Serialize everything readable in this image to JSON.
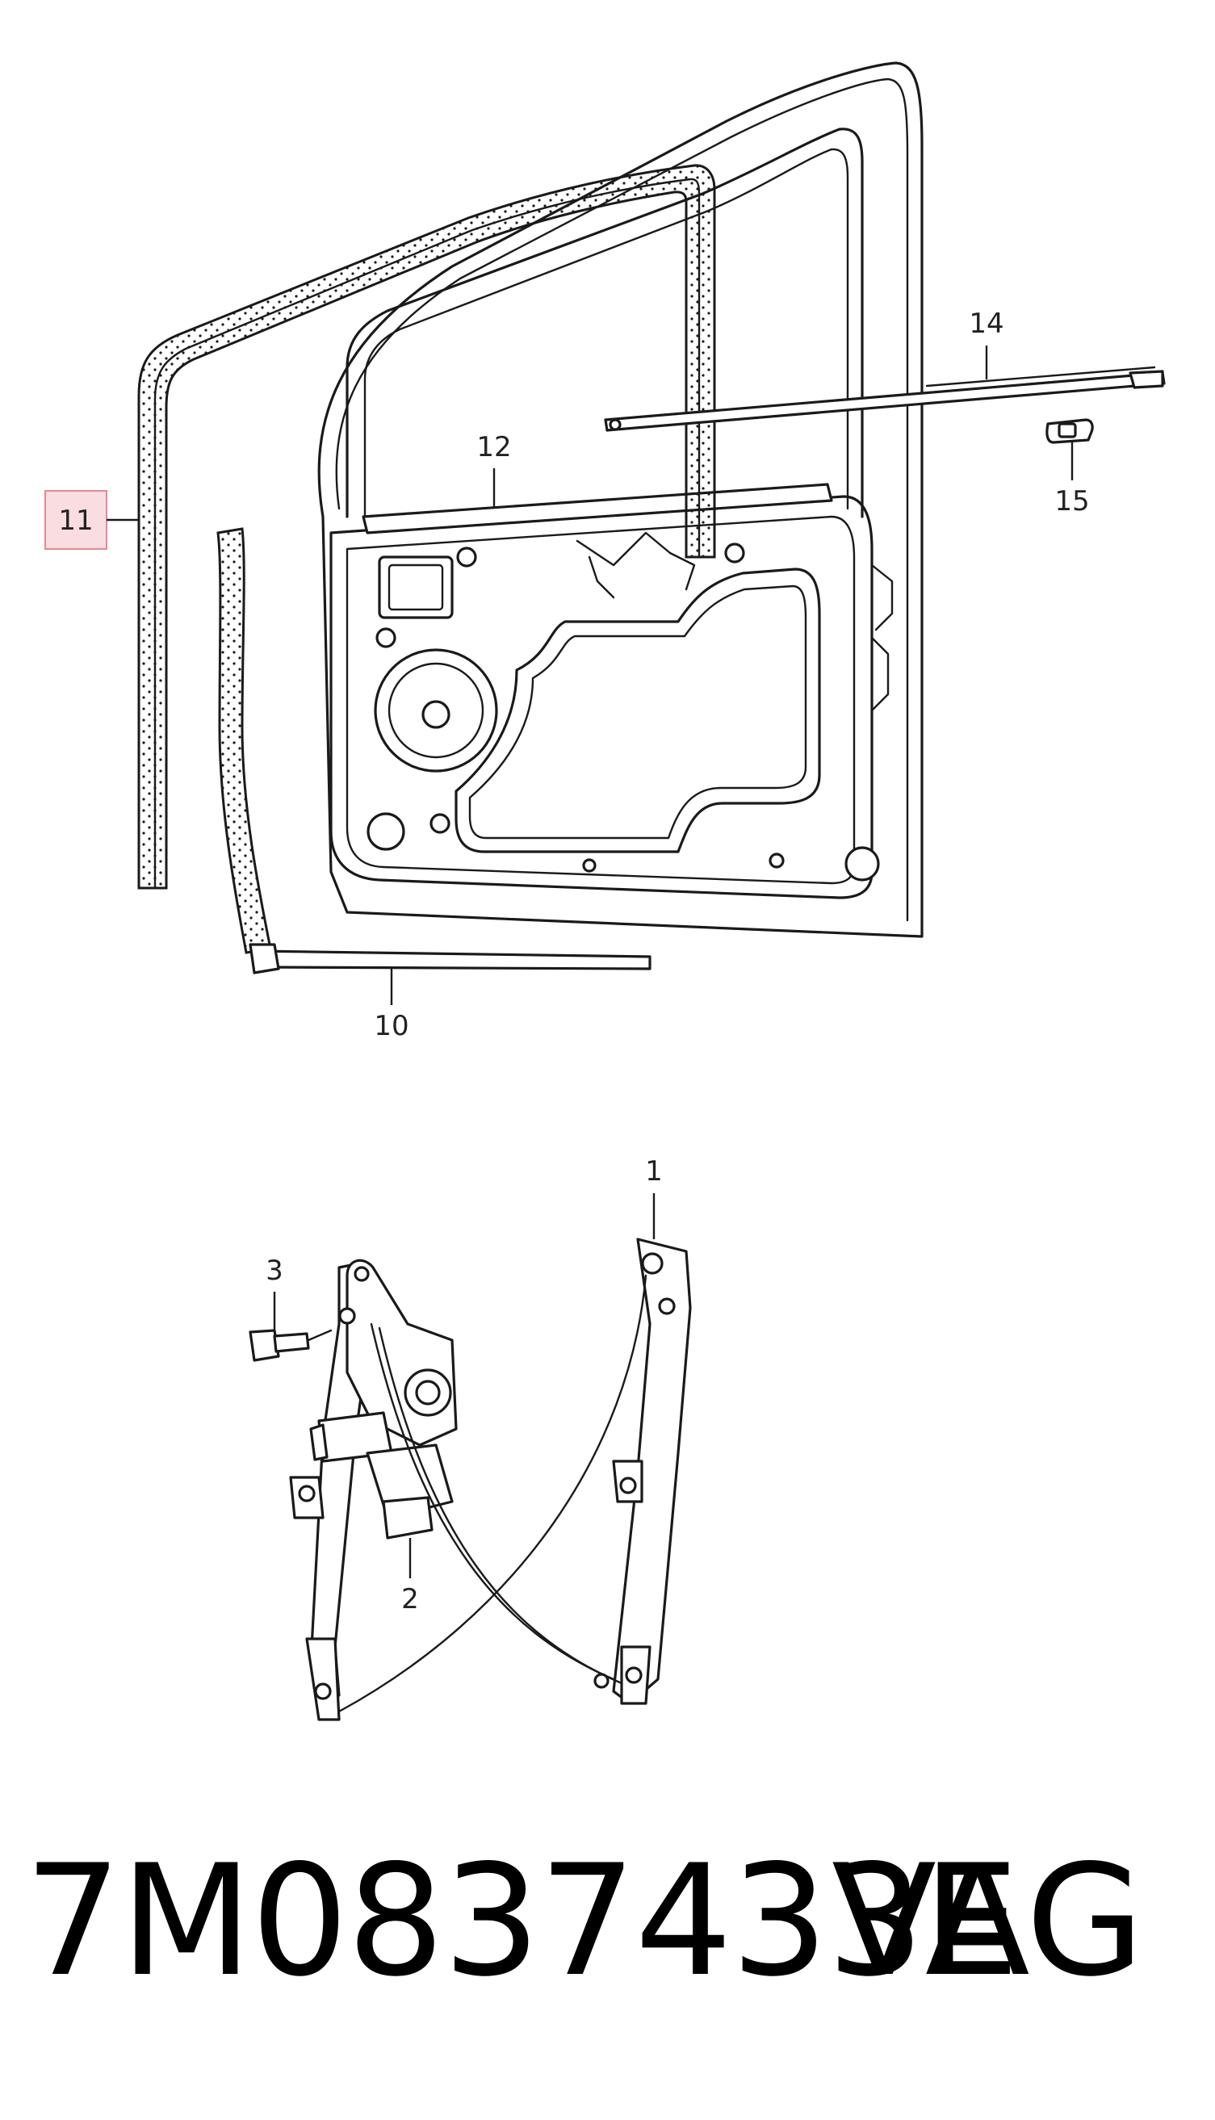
{
  "callouts": {
    "c1": "1",
    "c2": "2",
    "c3": "3",
    "c10": "10",
    "c11": "11",
    "c12": "12",
    "c14": "14",
    "c15": "15"
  },
  "highlight_color": "#f9dde0",
  "highlight_border": "#e08a94",
  "footer": {
    "part_number": "7M0837433E",
    "brand": "VAG"
  }
}
